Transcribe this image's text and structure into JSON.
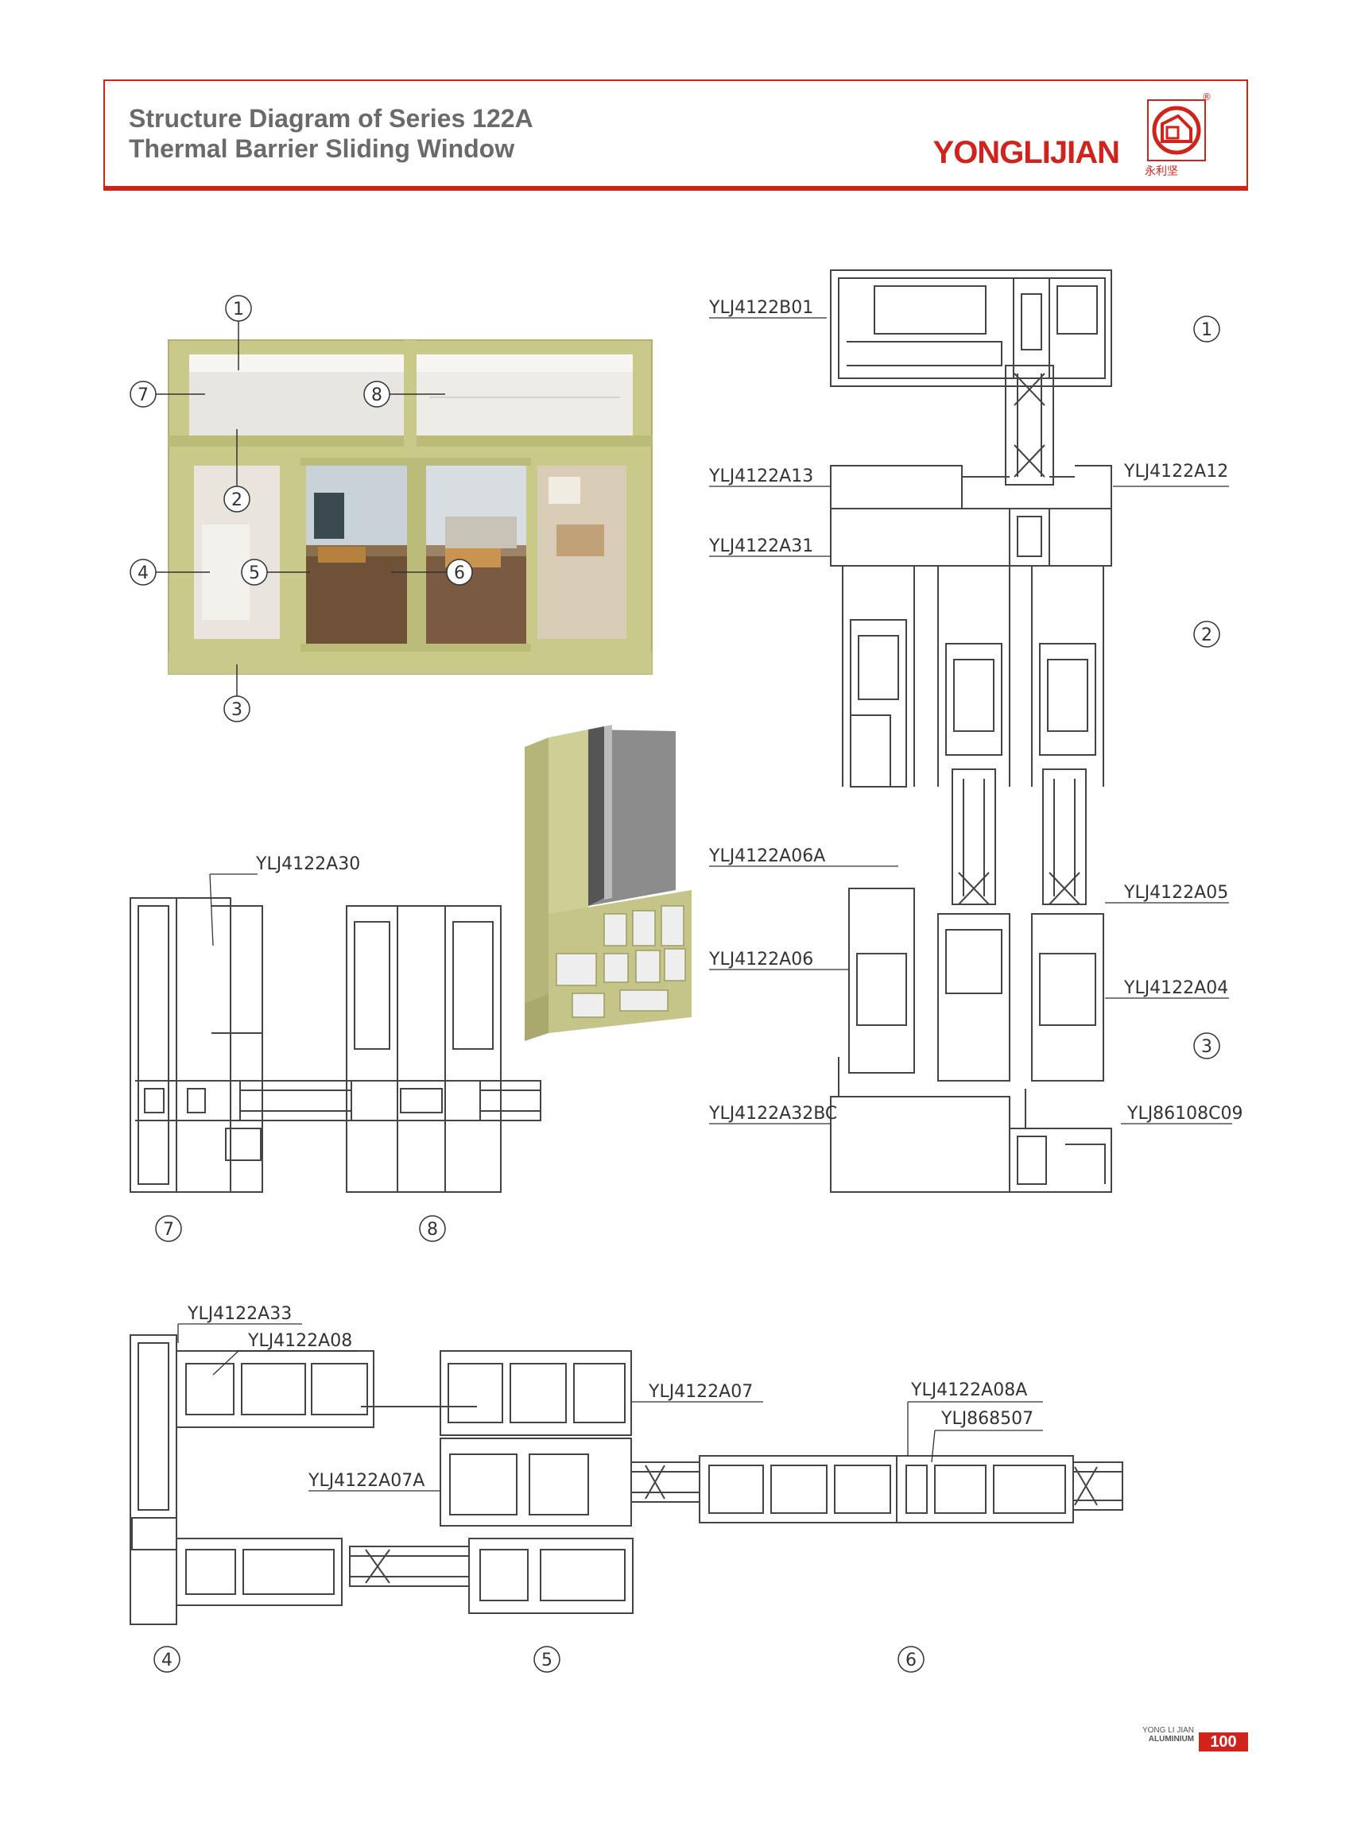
{
  "header": {
    "title_line1": "Structure Diagram of Series 122A",
    "title_line2": "Thermal Barrier Sliding Window",
    "brand": "YONGLIJIAN",
    "logo_chinese": "永利坚",
    "registered_mark": "®"
  },
  "window_photo": {
    "callouts": [
      "1",
      "2",
      "3",
      "4",
      "5",
      "6",
      "7",
      "8"
    ],
    "frame_color": "#c9c98a"
  },
  "section_right": {
    "markers": [
      "1",
      "2",
      "3"
    ],
    "labels": {
      "b01": "YLJ4122B01",
      "a13": "YLJ4122A13",
      "a12": "YLJ4122A12",
      "a31": "YLJ4122A31",
      "a06a": "YLJ4122A06A",
      "a05": "YLJ4122A05",
      "a06": "YLJ4122A06",
      "a04": "YLJ4122A04",
      "a32bc": "YLJ4122A32BC",
      "c09": "YLJ86108C09"
    }
  },
  "section_78": {
    "markers": [
      "7",
      "8"
    ],
    "labels": {
      "a30": "YLJ4122A30"
    }
  },
  "section_456": {
    "markers": [
      "4",
      "5",
      "6"
    ],
    "labels": {
      "a33": "YLJ4122A33",
      "a08": "YLJ4122A08",
      "a07": "YLJ4122A07",
      "a08a": "YLJ4122A08A",
      "s507": "YLJ868507",
      "a07a": "YLJ4122A07A"
    }
  },
  "footer": {
    "brand_small": "YONG LI JIAN",
    "subtitle": "ALUMINIUM",
    "page_number": "100"
  },
  "colors": {
    "accent_red": "#d0231c",
    "title_gray": "#6a6a6a",
    "profile_stroke": "#444444"
  }
}
